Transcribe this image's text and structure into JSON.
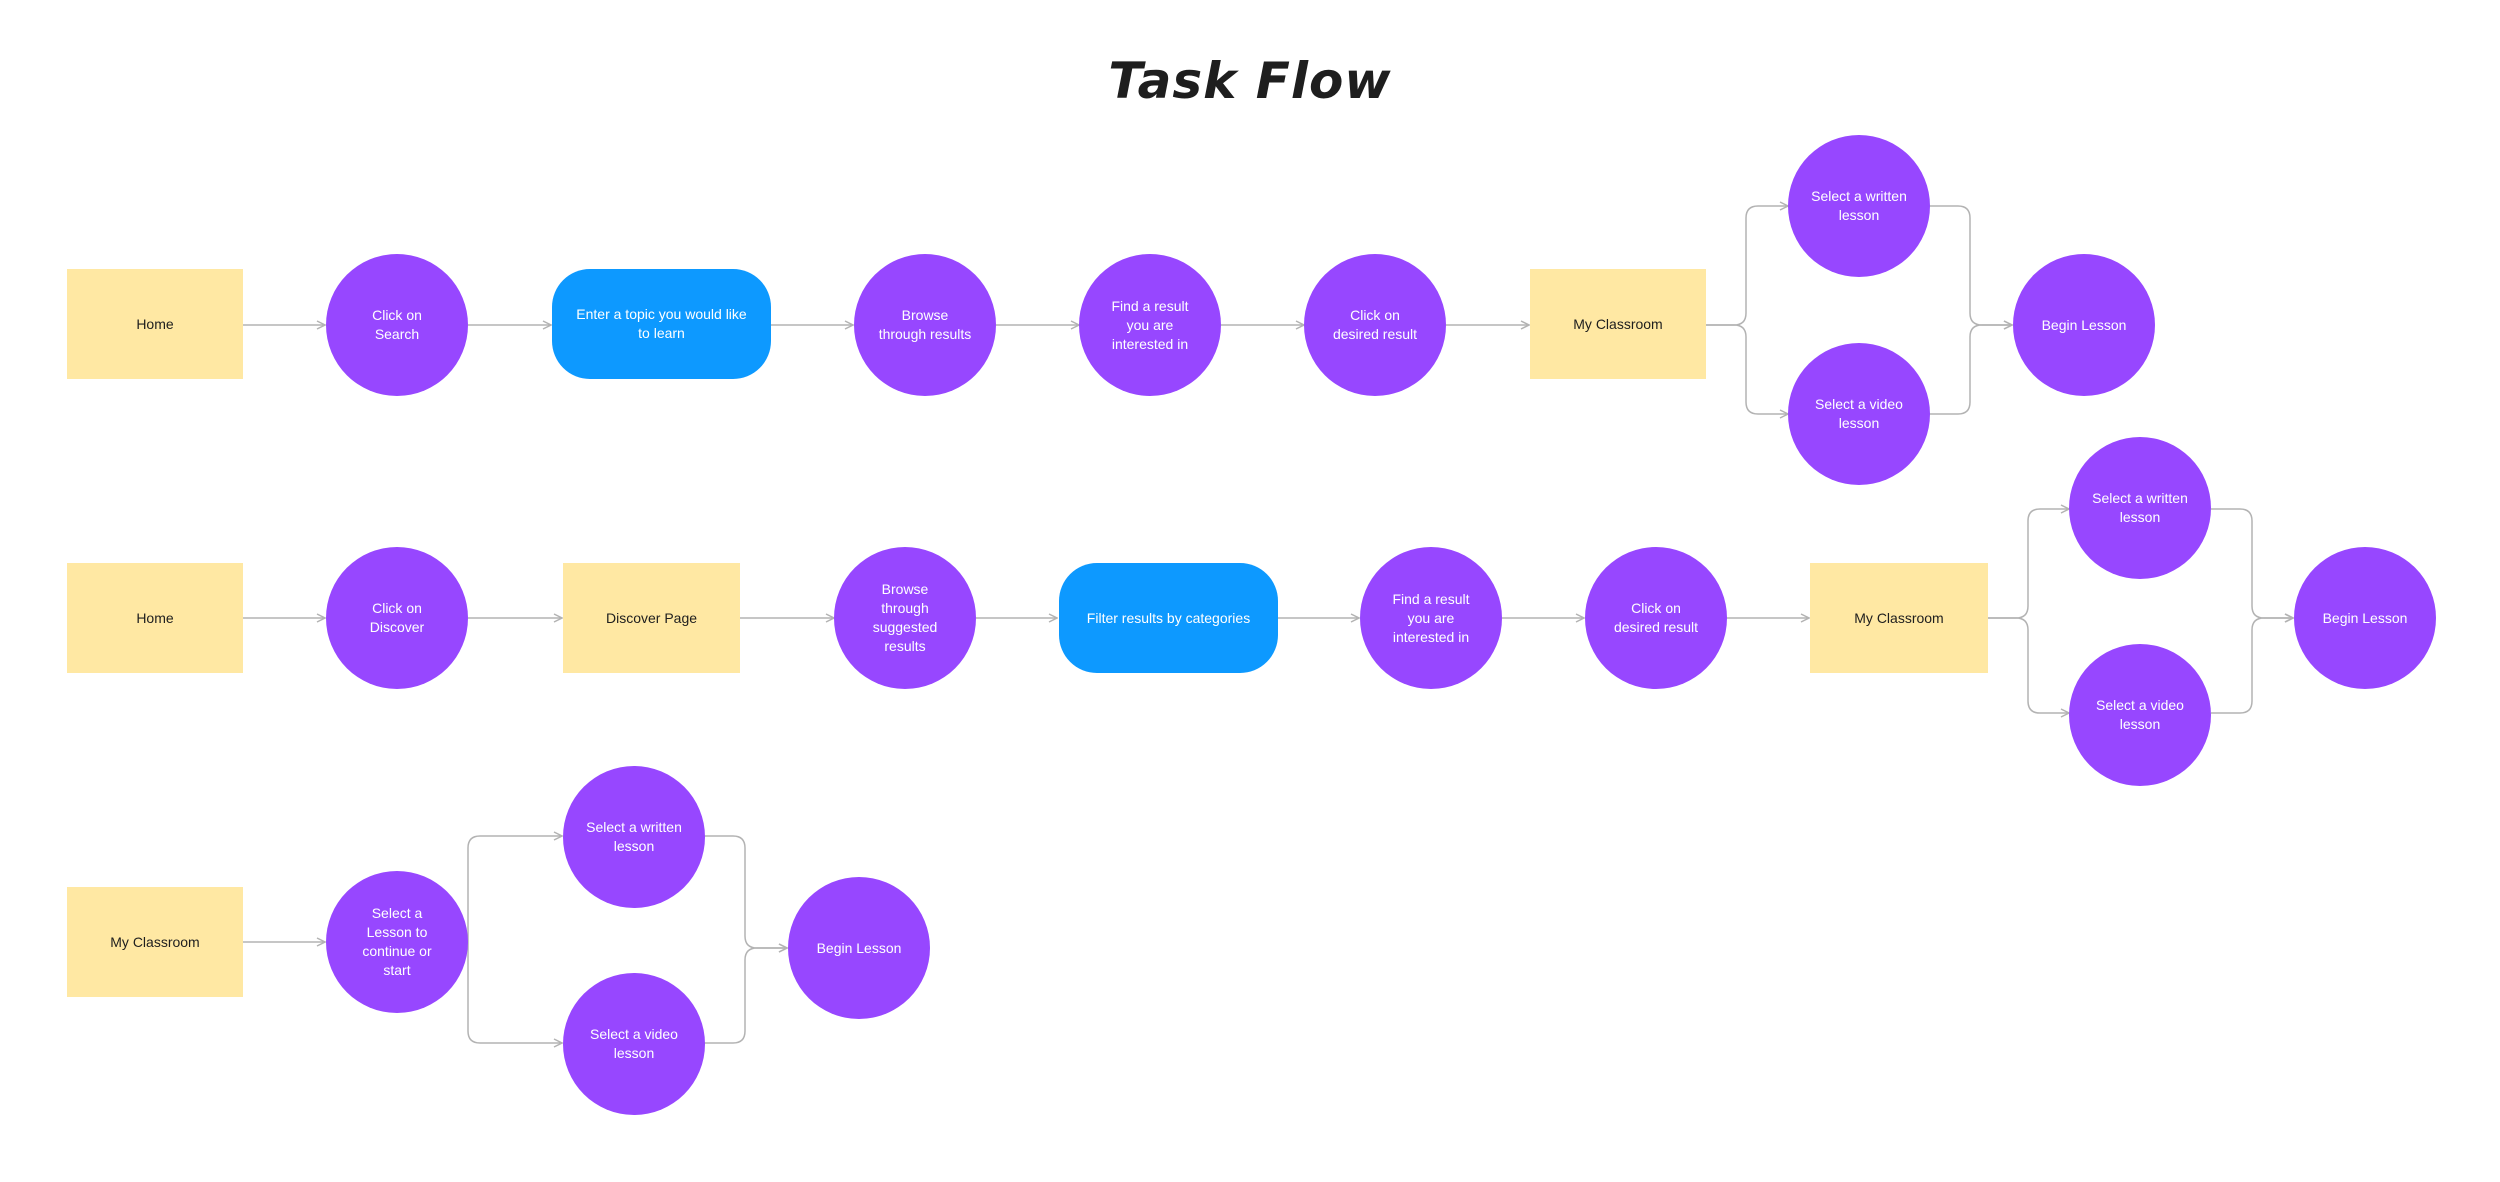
{
  "title": "Task Flow",
  "colors": {
    "note": "#ffe8a3",
    "action": "#9747ff",
    "input": "#0d99ff",
    "connector": "#b3b3b3"
  },
  "flows": [
    {
      "nodes": [
        {
          "id": "f1-home",
          "label": "Home",
          "shape": "rect"
        },
        {
          "id": "f1-click-search",
          "label": "Click on Search",
          "shape": "circle"
        },
        {
          "id": "f1-enter-topic",
          "label": "Enter a topic you would like to learn",
          "shape": "pill"
        },
        {
          "id": "f1-browse",
          "label": "Browse through results",
          "shape": "circle"
        },
        {
          "id": "f1-find",
          "label": "Find a result you are interested in",
          "shape": "circle"
        },
        {
          "id": "f1-click-result",
          "label": "Click on desired result",
          "shape": "circle"
        },
        {
          "id": "f1-my-classroom",
          "label": "My Classroom",
          "shape": "rect"
        },
        {
          "id": "f1-written",
          "label": "Select a written lesson",
          "shape": "circle"
        },
        {
          "id": "f1-video",
          "label": "Select a video lesson",
          "shape": "circle"
        },
        {
          "id": "f1-begin",
          "label": "Begin Lesson",
          "shape": "circle"
        }
      ]
    },
    {
      "nodes": [
        {
          "id": "f2-home",
          "label": "Home",
          "shape": "rect"
        },
        {
          "id": "f2-click-discover",
          "label": "Click on Discover",
          "shape": "circle"
        },
        {
          "id": "f2-discover-page",
          "label": "Discover Page",
          "shape": "rect"
        },
        {
          "id": "f2-browse",
          "label": "Browse through suggested results",
          "shape": "circle"
        },
        {
          "id": "f2-filter",
          "label": "Filter results by categories",
          "shape": "pill"
        },
        {
          "id": "f2-find",
          "label": "Find a result you are interested in",
          "shape": "circle"
        },
        {
          "id": "f2-click-result",
          "label": "Click on desired result",
          "shape": "circle"
        },
        {
          "id": "f2-my-classroom",
          "label": "My Classroom",
          "shape": "rect"
        },
        {
          "id": "f2-written",
          "label": "Select a written lesson",
          "shape": "circle"
        },
        {
          "id": "f2-video",
          "label": "Select a video lesson",
          "shape": "circle"
        },
        {
          "id": "f2-begin",
          "label": "Begin Lesson",
          "shape": "circle"
        }
      ]
    },
    {
      "nodes": [
        {
          "id": "f3-my-classroom",
          "label": "My Classroom",
          "shape": "rect"
        },
        {
          "id": "f3-select-lesson",
          "label": "Select a Lesson to continue or start",
          "shape": "circle"
        },
        {
          "id": "f3-written",
          "label": "Select a written lesson",
          "shape": "circle"
        },
        {
          "id": "f3-video",
          "label": "Select a video lesson",
          "shape": "circle"
        },
        {
          "id": "f3-begin",
          "label": "Begin Lesson",
          "shape": "circle"
        }
      ]
    }
  ]
}
